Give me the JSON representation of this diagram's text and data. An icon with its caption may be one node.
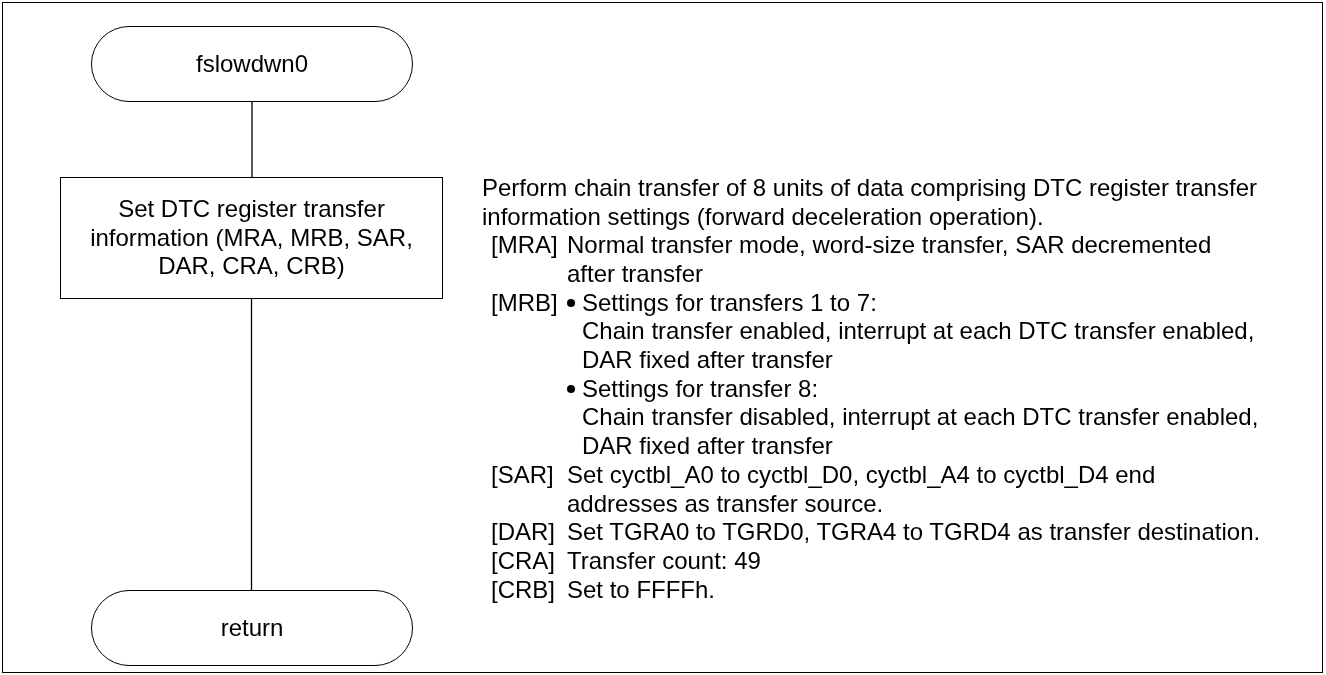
{
  "diagram": {
    "nodes": [
      {
        "text": [
          "fslowdwn0"
        ]
      },
      {
        "text": [
          "Set DTC register transfer information (MRA, MRB, SAR, DAR, CRA, CRB)"
        ]
      },
      {
        "text": [
          "return"
        ]
      }
    ],
    "edges": [
      {
        "from": 0,
        "to": 1,
        "arrow": "none"
      },
      {
        "from": 1,
        "to": 2,
        "arrow": "none"
      }
    ],
    "labels": [
      "Perform chain transfer of 8 units of data comprising DTC register transfer information settings (forward deceleration operation).",
      "[MRA]",
      "Normal transfer mode, word-size transfer, SAR decremented after transfer",
      "[MRB]",
      "Settings for transfers 1 to 7:",
      "Chain transfer enabled, interrupt at each DTC transfer enabled, DAR fixed after transfer",
      "Settings for transfer 8:",
      "Chain transfer disabled, interrupt at each DTC transfer enabled, DAR fixed after transfer",
      "[SAR]",
      "Set cyctbl_A0 to cyctbl_D0, cyctbl_A4 to cyctbl_D4 end addresses as transfer source.",
      "[DAR]",
      "Set TGRA0 to TGRD0, TGRA4 to TGRD4 as transfer destination.",
      "[CRA]",
      "Transfer count: 49",
      "[CRB]",
      "Set to FFFFh."
    ]
  }
}
